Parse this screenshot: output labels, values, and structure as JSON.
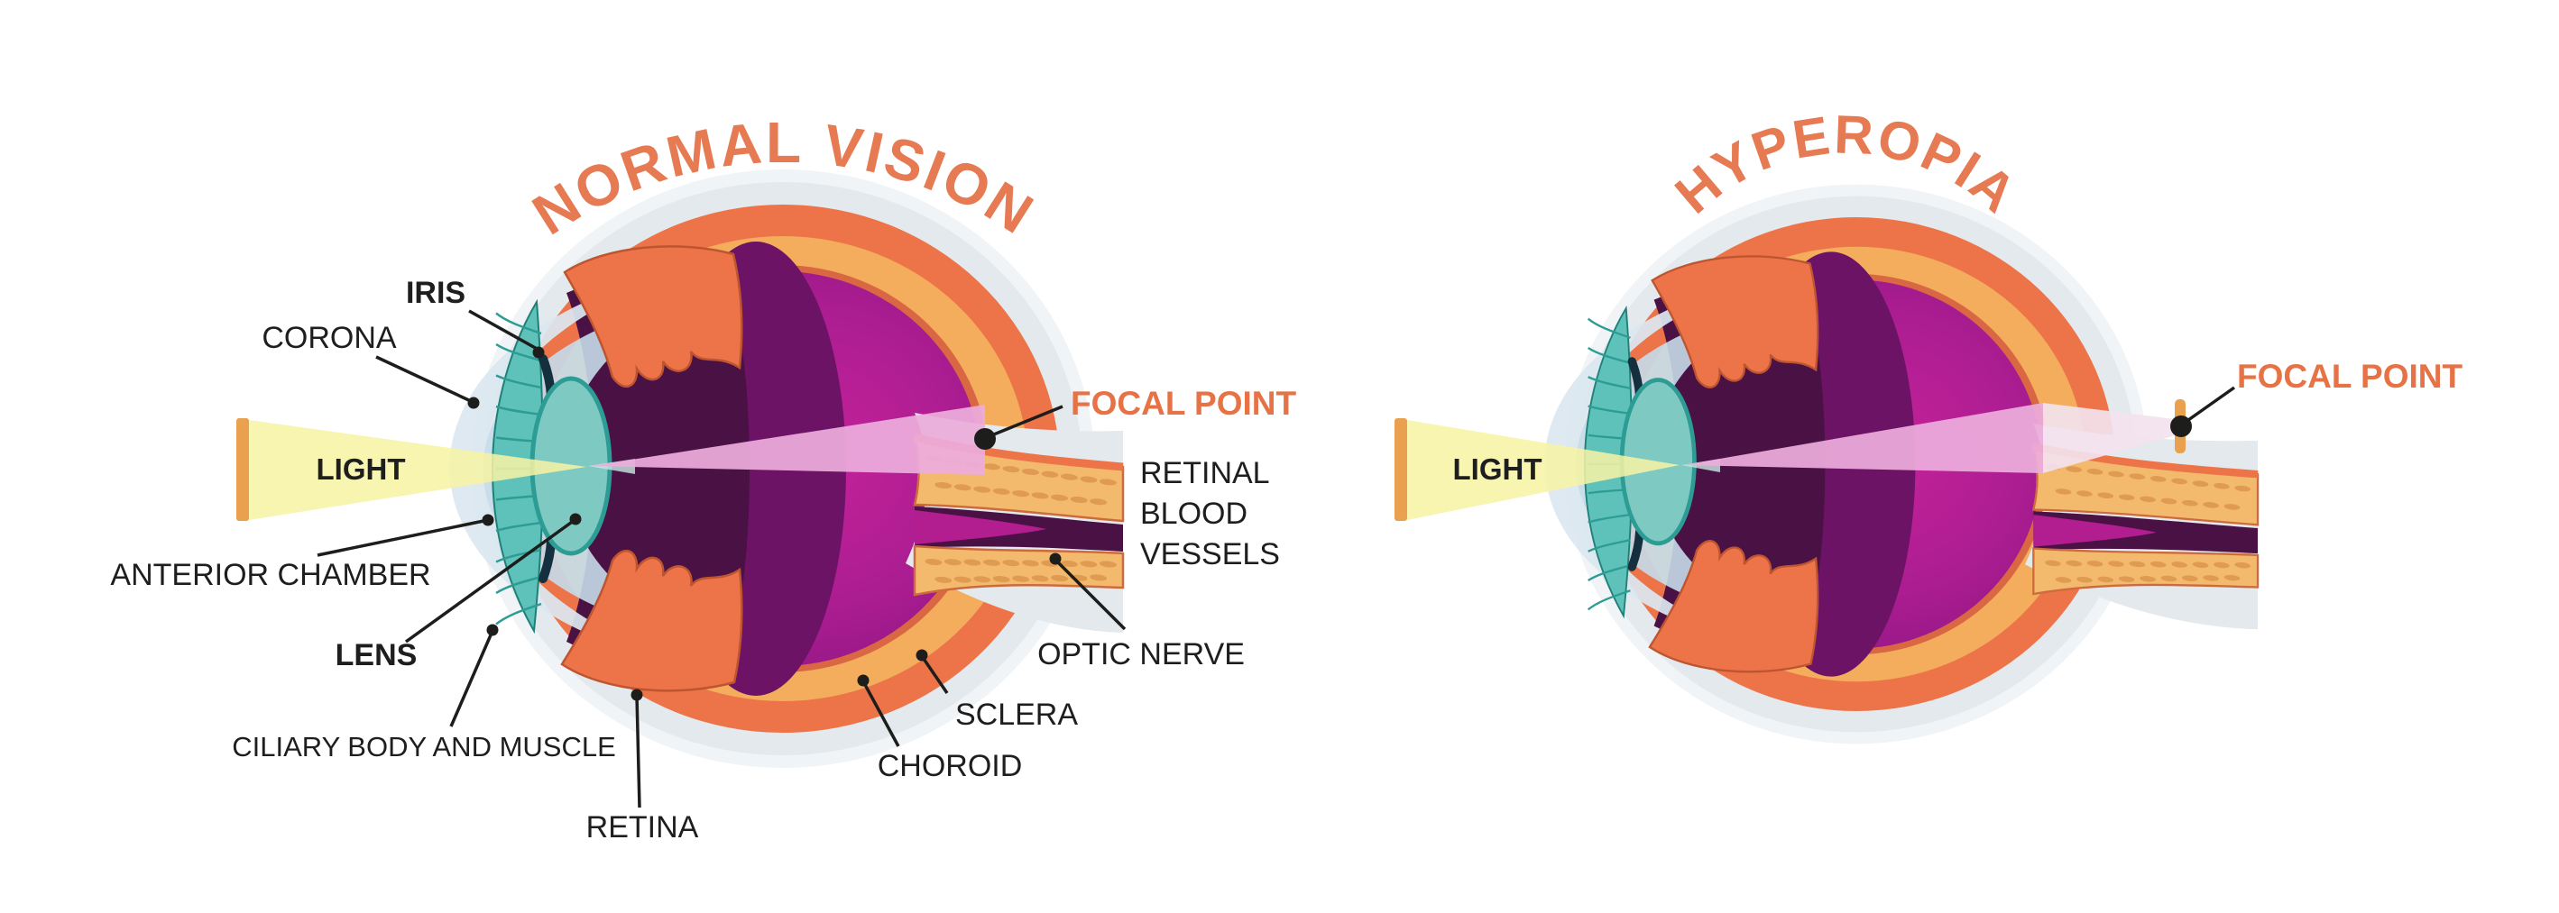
{
  "figure": {
    "description": "Eye anatomy comparison diagram: normal vision vs hyperopia (farsightedness), cross-section of two eyeballs with light rays and focal points"
  },
  "left_panel": {
    "title": "NORMAL VISION",
    "labels": {
      "iris": "IRIS",
      "corona": "CORONA",
      "light": "LIGHT",
      "anterior_chamber": "ANTERIOR CHAMBER",
      "lens": "LENS",
      "ciliary_body": "CILIARY BODY AND MUSCLE",
      "retina": "RETINA",
      "choroid": "CHOROID",
      "sclera": "SCLERA",
      "optic_nerve": "OPTIC NERVE",
      "retinal_blood_vessels": {
        "line1": "RETINAL",
        "line2": "BLOOD",
        "line3": "VESSELS"
      },
      "focal_point": "FOCAL POINT"
    }
  },
  "right_panel": {
    "title": "HYPEROPIA",
    "labels": {
      "light": "LIGHT",
      "focal_point": "FOCAL POINT"
    }
  },
  "colors": {
    "accent_orange_title": "#E67A53",
    "focal_label_orange": "#E67245",
    "label_black": "#1E1E1E",
    "sclera_pale": "#E3E9EC",
    "sclera_halo": "#F0F4F6",
    "choroid_coral": "#ED7449",
    "retina_yellow": "#F3AD5C",
    "retina_inner_line": "#D96743",
    "vitreous_center": "#C52199",
    "vitreous_mid": "#AC1D92",
    "vitreous_edge": "#7E1379",
    "front_dark_purple": "#4A1144",
    "front_mid_purple": "#6D1366",
    "iris_teal": "#5FC2BA",
    "iris_line_teal": "#2D9C94",
    "iris_outline": "#1F8078",
    "lens_teal": "#7FC9C3",
    "cornea_outer_blue": "#DBE7F0",
    "cornea_inner_blue": "#C5DBEA",
    "pupil_bar_dark": "#14303E",
    "ciliary_outline": "#BE5531",
    "nerve_tan": "#F3BA6E",
    "nerve_dash": "#E09B52",
    "nerve_outline": "#CE6B3D",
    "nerve_dark_gap": "#4A1144",
    "nerve_magenta": "#B21D90",
    "beam_yellow": "#F7F3A3",
    "beam_source_bar": "#E9A14F",
    "beam_pink": "#ECACDC",
    "beam_pale_pink": "#F3E2EE",
    "beam_teal_sliver": "#C9E9E2",
    "focal_dot_black": "#111111"
  }
}
